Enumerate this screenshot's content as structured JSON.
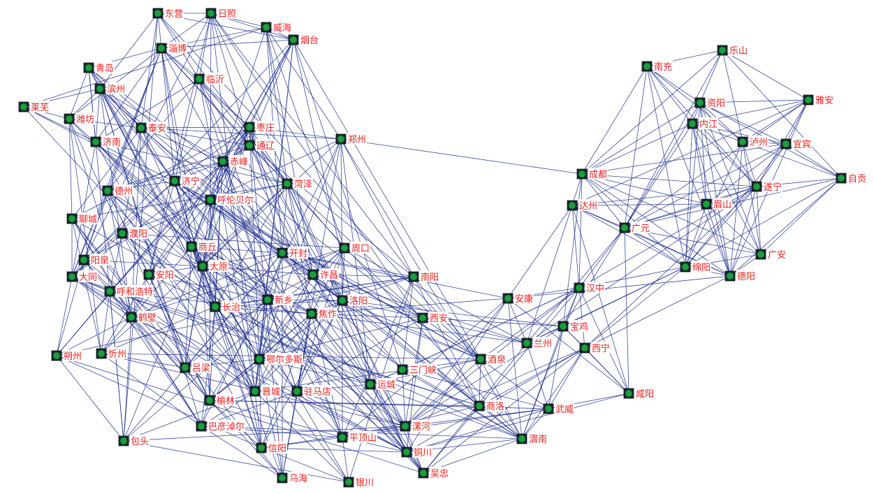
{
  "colors": {
    "edge": "#1a2a8c",
    "node_fill": "#18a03c",
    "node_border": "#1c2430",
    "label_text": "#ee2020",
    "background": "#ffffff"
  },
  "nodes": [
    {
      "id": "dongying",
      "label": "东营"
    },
    {
      "id": "rizhao",
      "label": "日照"
    },
    {
      "id": "weihai",
      "label": "威海"
    },
    {
      "id": "yantai",
      "label": "烟台"
    },
    {
      "id": "zibo",
      "label": "淄博"
    },
    {
      "id": "qingdao",
      "label": "青岛"
    },
    {
      "id": "linyi",
      "label": "临沂"
    },
    {
      "id": "binzhou",
      "label": "滨州"
    },
    {
      "id": "laiwu",
      "label": "莱芜"
    },
    {
      "id": "weifang",
      "label": "潍坊"
    },
    {
      "id": "taian",
      "label": "泰安"
    },
    {
      "id": "zaozhuang",
      "label": "枣庄"
    },
    {
      "id": "jinan",
      "label": "济南"
    },
    {
      "id": "tongliao",
      "label": "通辽"
    },
    {
      "id": "zhengzhou",
      "label": "郑州"
    },
    {
      "id": "chifeng",
      "label": "赤峰"
    },
    {
      "id": "dezhou",
      "label": "德州"
    },
    {
      "id": "jining",
      "label": "济宁"
    },
    {
      "id": "heze",
      "label": "菏泽"
    },
    {
      "id": "hulunbuir",
      "label": "呼伦贝尔"
    },
    {
      "id": "liaocheng",
      "label": "聊城"
    },
    {
      "id": "puyang",
      "label": "濮阳"
    },
    {
      "id": "shangqiu",
      "label": "商丘"
    },
    {
      "id": "zhoukou",
      "label": "周口"
    },
    {
      "id": "kaifeng",
      "label": "开封"
    },
    {
      "id": "yangquan",
      "label": "阳泉"
    },
    {
      "id": "taiyuan",
      "label": "太原"
    },
    {
      "id": "anyang",
      "label": "安阳"
    },
    {
      "id": "datong",
      "label": "大同"
    },
    {
      "id": "xuchang",
      "label": "许昌"
    },
    {
      "id": "nanyang",
      "label": "南阳"
    },
    {
      "id": "hohhot",
      "label": "呼和浩特"
    },
    {
      "id": "xinxiang",
      "label": "新乡"
    },
    {
      "id": "luoyang",
      "label": "洛阳"
    },
    {
      "id": "changzhi",
      "label": "长治"
    },
    {
      "id": "hebi",
      "label": "鹤壁"
    },
    {
      "id": "jiaozuo",
      "label": "焦作"
    },
    {
      "id": "xian",
      "label": "西安"
    },
    {
      "id": "shuozhou",
      "label": "朔州"
    },
    {
      "id": "xinzhou",
      "label": "忻州"
    },
    {
      "id": "ordos",
      "label": "鄂尔多斯"
    },
    {
      "id": "lvliang",
      "label": "吕梁"
    },
    {
      "id": "sanmenxia",
      "label": "三门峡"
    },
    {
      "id": "jiuquan",
      "label": "酒泉"
    },
    {
      "id": "yuncheng",
      "label": "运城"
    },
    {
      "id": "jincheng",
      "label": "晋城"
    },
    {
      "id": "zhumadian",
      "label": "驻马店"
    },
    {
      "id": "yulin",
      "label": "榆林"
    },
    {
      "id": "shangluo",
      "label": "商洛"
    },
    {
      "id": "wuwei",
      "label": "武威"
    },
    {
      "id": "baotou",
      "label": "包头"
    },
    {
      "id": "bayannur",
      "label": "巴彦淖尔"
    },
    {
      "id": "luohe",
      "label": "漯河"
    },
    {
      "id": "pingdingshan",
      "label": "平顶山"
    },
    {
      "id": "xinyang",
      "label": "信阳"
    },
    {
      "id": "tongchuan",
      "label": "铜川"
    },
    {
      "id": "weinan",
      "label": "渭南"
    },
    {
      "id": "wuhai",
      "label": "乌海"
    },
    {
      "id": "yinchuan",
      "label": "银川"
    },
    {
      "id": "wuzhong",
      "label": "吴忠"
    },
    {
      "id": "ankang",
      "label": "安康"
    },
    {
      "id": "hanzhong",
      "label": "汉中"
    },
    {
      "id": "baoji",
      "label": "宝鸡"
    },
    {
      "id": "lanzhou",
      "label": "兰州"
    },
    {
      "id": "xining",
      "label": "西宁"
    },
    {
      "id": "xianyang",
      "label": "咸阳"
    },
    {
      "id": "chengdu",
      "label": "成都"
    },
    {
      "id": "dazhou",
      "label": "达州"
    },
    {
      "id": "guangyuan",
      "label": "广元"
    },
    {
      "id": "mianyang",
      "label": "绵阳"
    },
    {
      "id": "deyang",
      "label": "德阳"
    },
    {
      "id": "guangan",
      "label": "广安"
    },
    {
      "id": "meishan",
      "label": "眉山"
    },
    {
      "id": "suining",
      "label": "遂宁"
    },
    {
      "id": "zigong",
      "label": "自贡"
    },
    {
      "id": "luzhou",
      "label": "泸州"
    },
    {
      "id": "yibin",
      "label": "宜宾"
    },
    {
      "id": "neijiang",
      "label": "内江"
    },
    {
      "id": "ziyang",
      "label": "资阳"
    },
    {
      "id": "yaan",
      "label": "雅安"
    },
    {
      "id": "nanchong",
      "label": "南充"
    },
    {
      "id": "leshan",
      "label": "乐山"
    }
  ]
}
